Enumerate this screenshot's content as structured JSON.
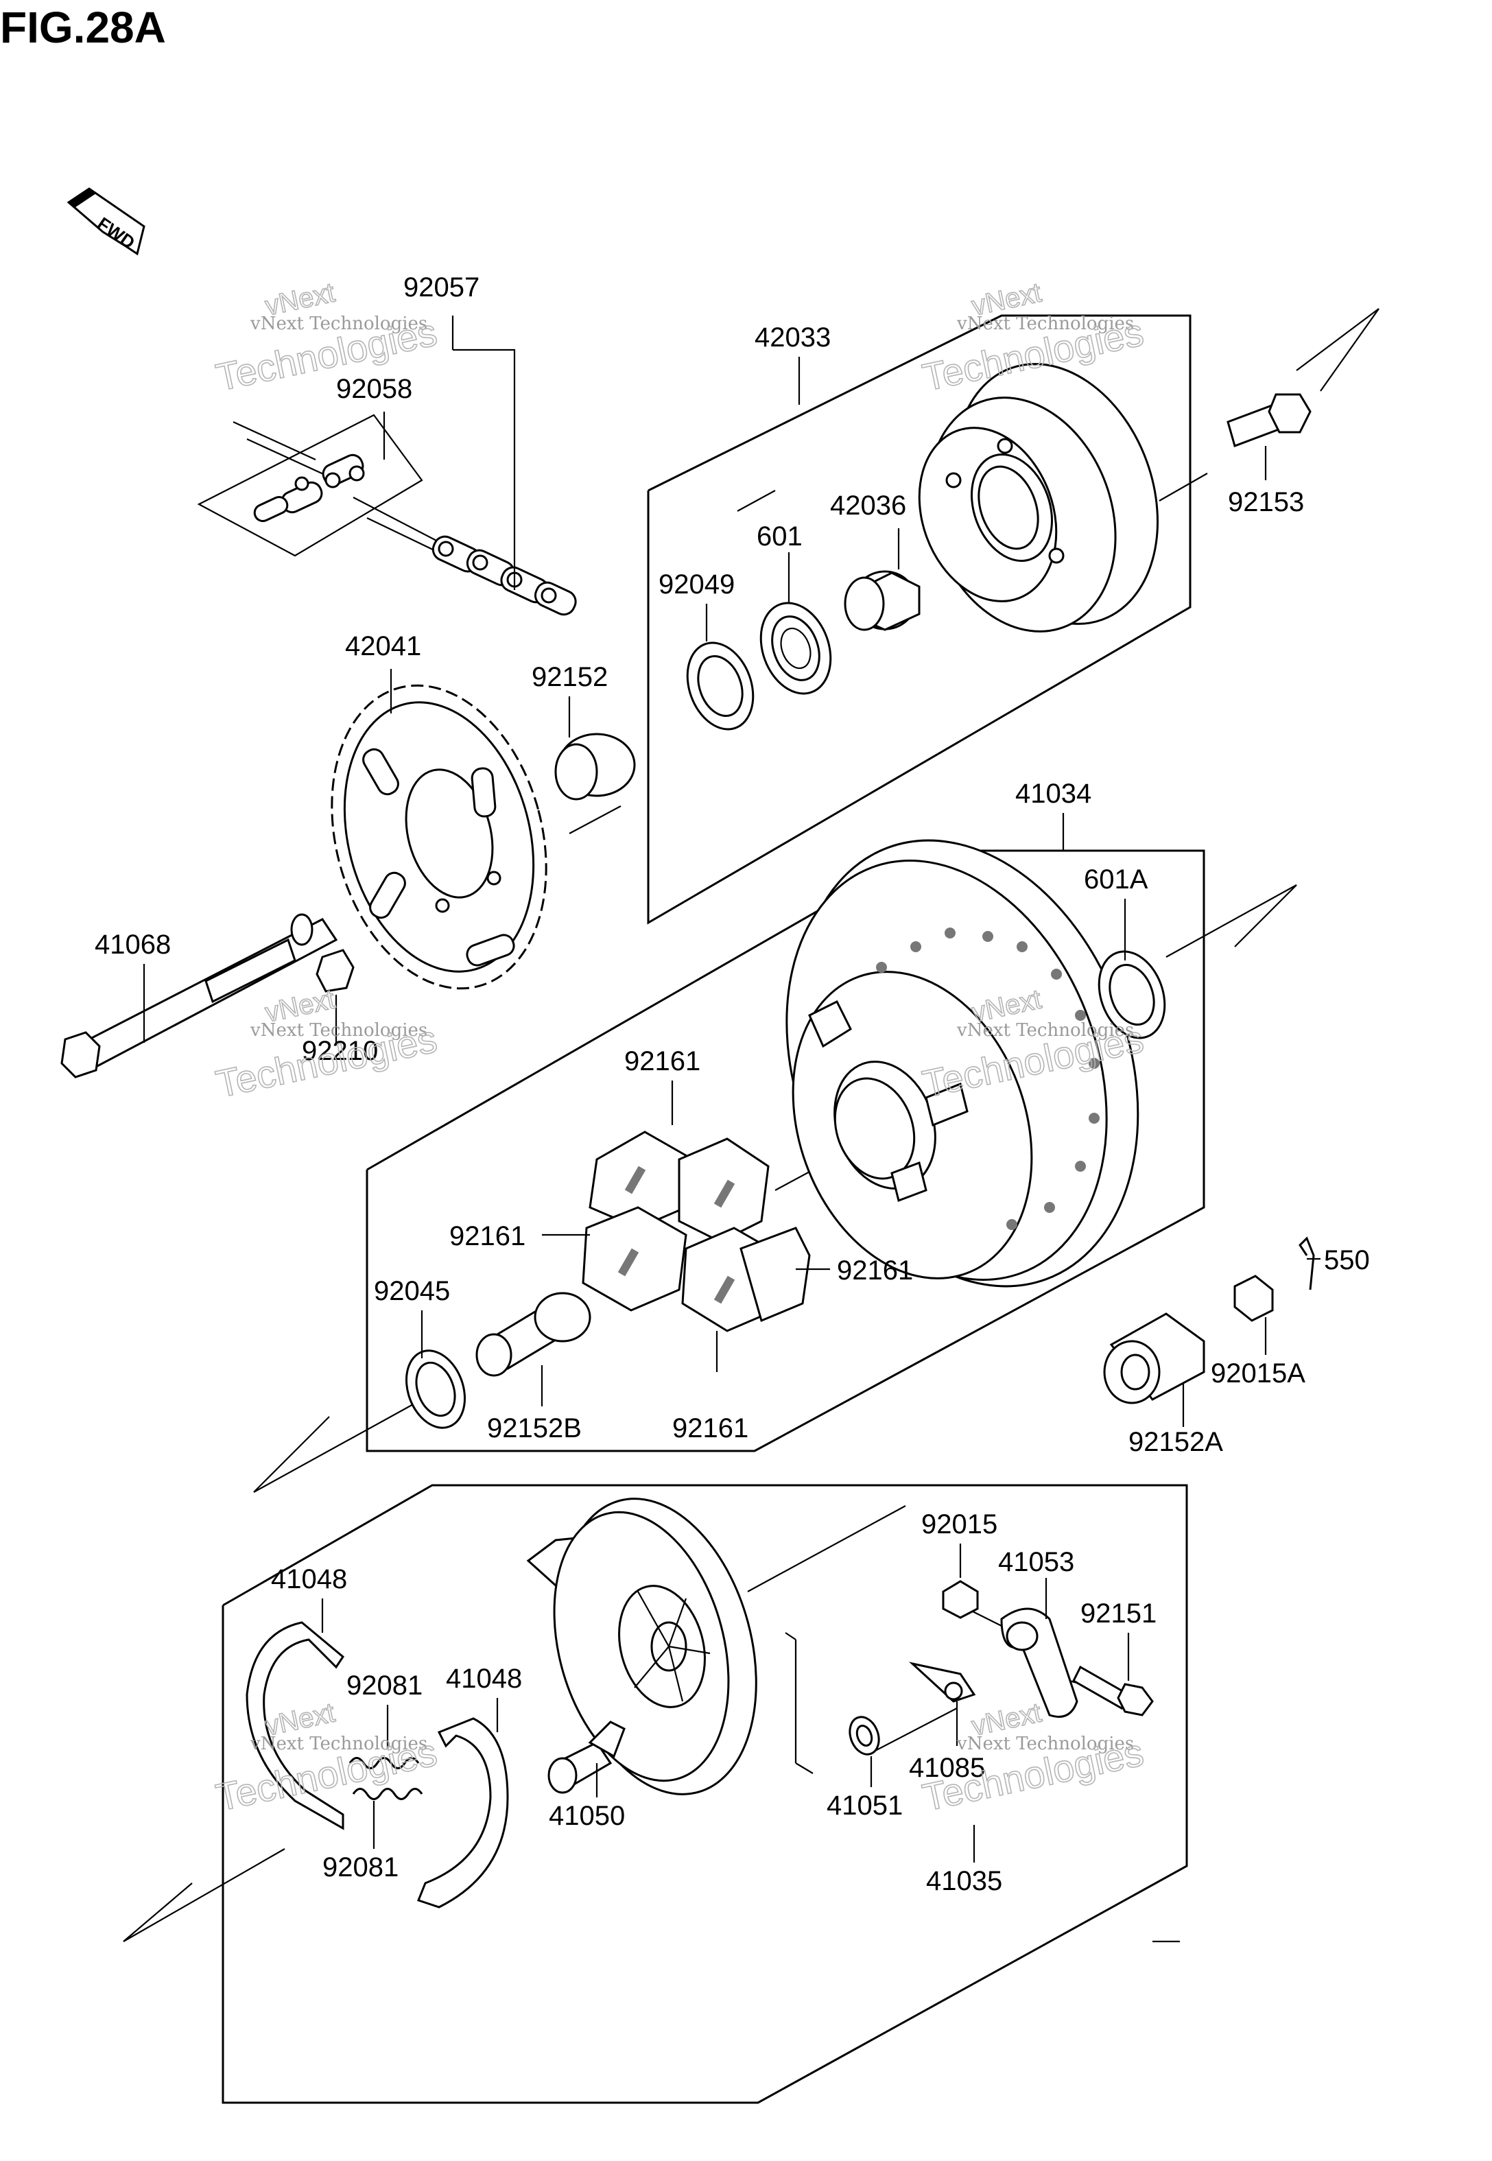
{
  "figure": {
    "title": "FIG.28A",
    "fwd_label": "FWD"
  },
  "watermark": {
    "line1": "vNext Technologies",
    "line2": "Technologies",
    "line3": "vNext"
  },
  "parts": [
    {
      "id": "92057"
    },
    {
      "id": "92058"
    },
    {
      "id": "42033"
    },
    {
      "id": "92153"
    },
    {
      "id": "42036"
    },
    {
      "id": "601"
    },
    {
      "id": "92049"
    },
    {
      "id": "92152"
    },
    {
      "id": "42041"
    },
    {
      "id": "41068"
    },
    {
      "id": "92210"
    },
    {
      "id": "41034"
    },
    {
      "id": "601A"
    },
    {
      "id": "92161"
    },
    {
      "id": "92161"
    },
    {
      "id": "92161"
    },
    {
      "id": "92161"
    },
    {
      "id": "92045"
    },
    {
      "id": "92152B"
    },
    {
      "id": "550"
    },
    {
      "id": "92015A"
    },
    {
      "id": "92152A"
    },
    {
      "id": "92015"
    },
    {
      "id": "41053"
    },
    {
      "id": "41048"
    },
    {
      "id": "92151"
    },
    {
      "id": "92081"
    },
    {
      "id": "41048"
    },
    {
      "id": "41050"
    },
    {
      "id": "41085"
    },
    {
      "id": "41051"
    },
    {
      "id": "92081"
    },
    {
      "id": "41035"
    }
  ]
}
